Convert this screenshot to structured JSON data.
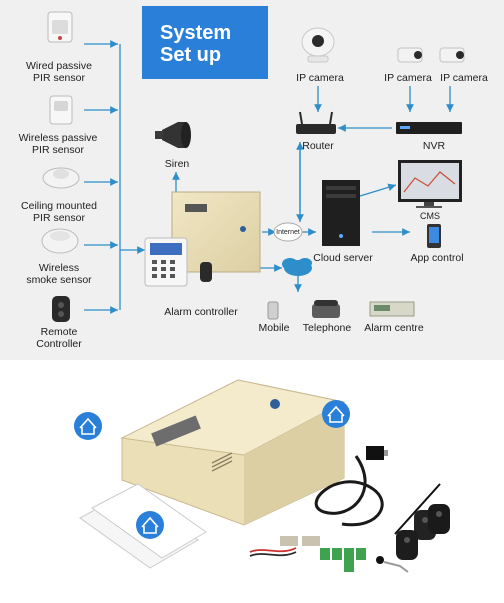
{
  "title": {
    "line1": "System",
    "line2": "Set up"
  },
  "sensors": [
    {
      "line1": "Wired passive",
      "line2": "PIR sensor"
    },
    {
      "line1": "Wireless passive",
      "line2": "PIR sensor"
    },
    {
      "line1": "Ceiling mounted",
      "line2": "PIR sensor"
    },
    {
      "line1": "Wireless",
      "line2": "smoke sensor"
    },
    {
      "line1": "Remote",
      "line2": "Controller"
    }
  ],
  "devices": {
    "siren": "Siren",
    "ip_camera_1": "IP camera",
    "ip_camera_2": "IP camera",
    "ip_camera_3": "IP camera",
    "router": "Router",
    "nvr": "NVR",
    "cms": "CMS",
    "internet": "Internet",
    "cloud_server": "Cloud server",
    "app_control": "App control",
    "alarm_controller": "Alarm controller",
    "mobile": "Mobile",
    "telephone": "Telephone",
    "alarm_centre": "Alarm centre"
  },
  "colors": {
    "title_bg": "#2a80d8",
    "arrow": "#2e8ec9",
    "house_badge": "#2a80d8"
  },
  "icons": [
    "house-badge-icon",
    "house-badge-icon",
    "house-badge-icon"
  ]
}
